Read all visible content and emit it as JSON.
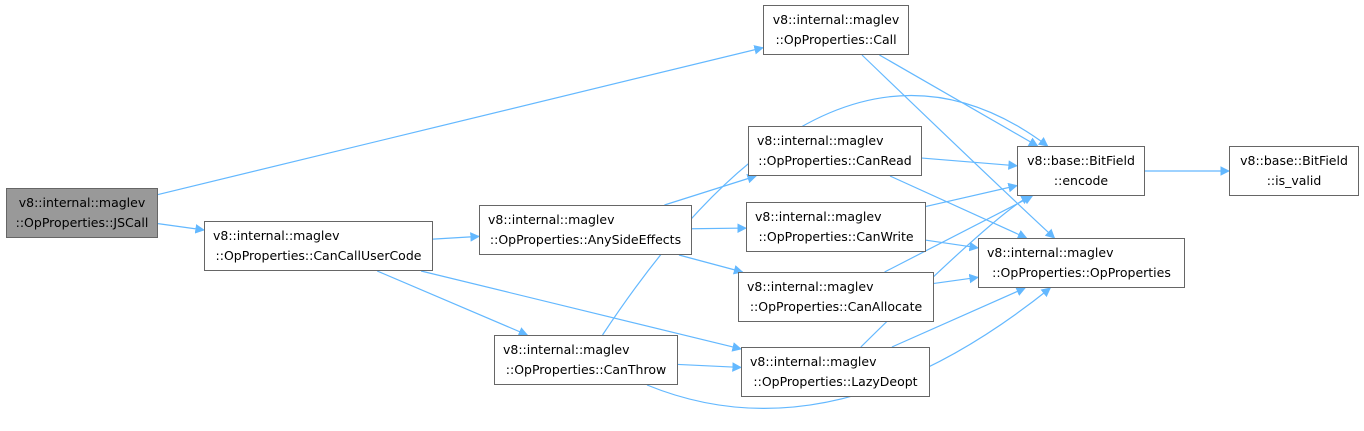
{
  "nodes": {
    "jscall": {
      "line1": "v8::internal::maglev",
      "line2": "::OpProperties::JSCall"
    },
    "call": {
      "line1": "v8::internal::maglev",
      "line2": "::OpProperties::Call"
    },
    "cancallusercode": {
      "line1": "v8::internal::maglev",
      "line2": "::OpProperties::CanCallUserCode"
    },
    "anysideeffects": {
      "line1": "v8::internal::maglev",
      "line2": "::OpProperties::AnySideEffects"
    },
    "canread": {
      "line1": "v8::internal::maglev",
      "line2": "::OpProperties::CanRead"
    },
    "canwrite": {
      "line1": "v8::internal::maglev",
      "line2": "::OpProperties::CanWrite"
    },
    "canallocate": {
      "line1": "v8::internal::maglev",
      "line2": "::OpProperties::CanAllocate"
    },
    "canthrow": {
      "line1": "v8::internal::maglev",
      "line2": "::OpProperties::CanThrow"
    },
    "lazydeopt": {
      "line1": "v8::internal::maglev",
      "line2": "::OpProperties::LazyDeopt"
    },
    "encode": {
      "line1": "v8::base::BitField",
      "line2": "::encode"
    },
    "opproperties": {
      "line1": "v8::internal::maglev",
      "line2": "::OpProperties::OpProperties"
    },
    "isvalid": {
      "line1": "v8::base::BitField",
      "line2": "::is_valid"
    }
  },
  "edges": [
    [
      "jscall",
      "call"
    ],
    [
      "jscall",
      "cancallusercode"
    ],
    [
      "call",
      "encode"
    ],
    [
      "call",
      "opproperties"
    ],
    [
      "cancallusercode",
      "anysideeffects"
    ],
    [
      "cancallusercode",
      "canthrow"
    ],
    [
      "cancallusercode",
      "lazydeopt"
    ],
    [
      "anysideeffects",
      "canread"
    ],
    [
      "anysideeffects",
      "canwrite"
    ],
    [
      "anysideeffects",
      "canallocate"
    ],
    [
      "canread",
      "encode"
    ],
    [
      "canread",
      "opproperties"
    ],
    [
      "canwrite",
      "encode"
    ],
    [
      "canwrite",
      "opproperties"
    ],
    [
      "canallocate",
      "encode"
    ],
    [
      "canallocate",
      "opproperties"
    ],
    [
      "canthrow",
      "encode"
    ],
    [
      "canthrow",
      "lazydeopt"
    ],
    [
      "canthrow",
      "opproperties"
    ],
    [
      "lazydeopt",
      "encode"
    ],
    [
      "lazydeopt",
      "opproperties"
    ],
    [
      "encode",
      "isvalid"
    ]
  ],
  "colors": {
    "edge": "#63b8ff",
    "node_border": "#666666",
    "root_fill": "#999999",
    "node_fill": "#ffffff"
  }
}
